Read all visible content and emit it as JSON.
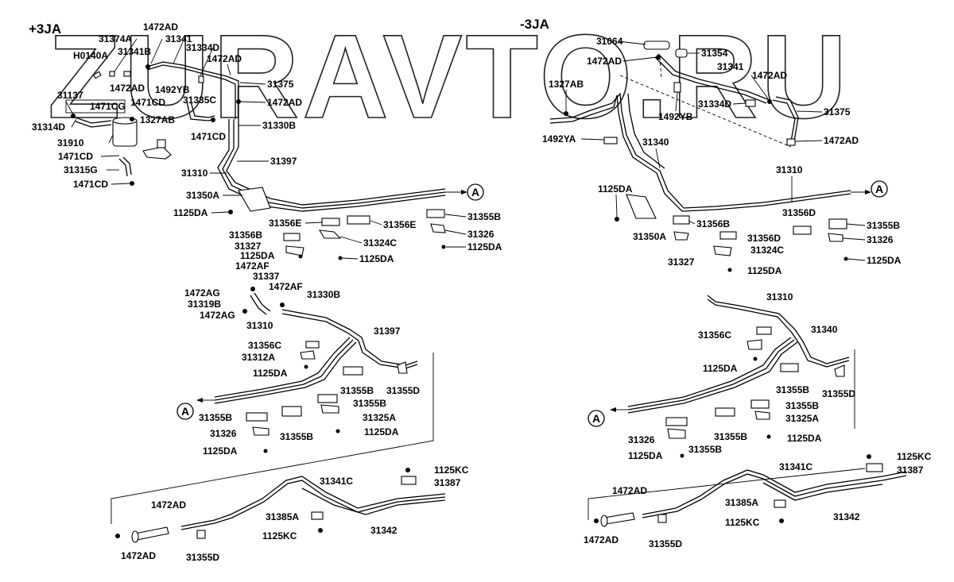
{
  "watermark": "ZURAVTO.RU",
  "headers": {
    "left": "+3JA",
    "right": "-3JA"
  },
  "ref_marker": "A",
  "labels": {
    "l01": "1472AD",
    "l02": "31374A",
    "l03": "31341",
    "l04": "H0140A",
    "l05": "31341B",
    "l06": "31334D",
    "l07": "1472AD",
    "l08": "1472AD",
    "l09": "1492YB",
    "l10": "31375",
    "l11": "31137",
    "l12": "1471CG",
    "l13": "1471CD",
    "l14": "31335C",
    "l15": "1472AD",
    "l16": "31314D",
    "l17": "1327AB",
    "l18": "31330B",
    "l19": "1471CD",
    "l20": "31910",
    "l21": "1471CD",
    "l22": "31315G",
    "l23": "31397",
    "l24": "31310",
    "l25": "1471CD",
    "l26": "31350A",
    "l27": "1125DA",
    "l28": "31356E",
    "l29": "31356E",
    "l30": "31355B",
    "l31": "31356B",
    "l32": "31324C",
    "l33": "31326",
    "l34": "31327",
    "l35": "1125DA",
    "l36": "1125DA",
    "l37": "1125DA",
    "l38": "1472AF",
    "l39": "31337",
    "l40": "1472AF",
    "l41": "1472AG",
    "l42": "31330B",
    "l43": "31319B",
    "l44": "1472AG",
    "l45": "31310",
    "l46": "31397",
    "l47": "31356C",
    "l48": "31312A",
    "l49": "1125DA",
    "l50": "31355B",
    "l51": "31355D",
    "l52": "31355B",
    "l53": "31355B",
    "l54": "31325A",
    "l55": "31326",
    "l56": "1125DA",
    "l57": "31355B",
    "l58": "1125DA",
    "l59": "1125KC",
    "l60": "31387",
    "l61": "31341C",
    "l62": "1472AD",
    "l63": "31385A",
    "l64": "31342",
    "l65": "1125KC",
    "l66": "1472AD",
    "l67": "31355D",
    "r01": "31064",
    "r02": "31354",
    "r03": "1472AD",
    "r04": "31341",
    "r05": "1472AD",
    "r06": "1327AB",
    "r07": "31334D",
    "r08": "31375",
    "r09": "1492YB",
    "r10": "1492YA",
    "r11": "1472AD",
    "r12": "31340",
    "r13": "31310",
    "r14": "1125DA",
    "r15": "31356D",
    "r16": "31355B",
    "r17": "31356B",
    "r18": "31350A",
    "r19": "31356D",
    "r20": "31326",
    "r21": "31324C",
    "r22": "31327",
    "r23": "1125DA",
    "r24": "1125DA",
    "r25": "31310",
    "r26": "31356C",
    "r27": "31340",
    "r28": "1125DA",
    "r29": "31355B",
    "r30": "31355D",
    "r31": "31355B",
    "r32": "31325A",
    "r33": "31355B",
    "r34": "31326",
    "r35": "1125DA",
    "r36": "1125DA",
    "r37": "31355B",
    "r38": "1125KC",
    "r39": "31387",
    "r40": "31341C",
    "r41": "1472AD",
    "r42": "31385A",
    "r43": "31342",
    "r44": "1125KC",
    "r45": "1472AD",
    "r46": "31355D"
  }
}
